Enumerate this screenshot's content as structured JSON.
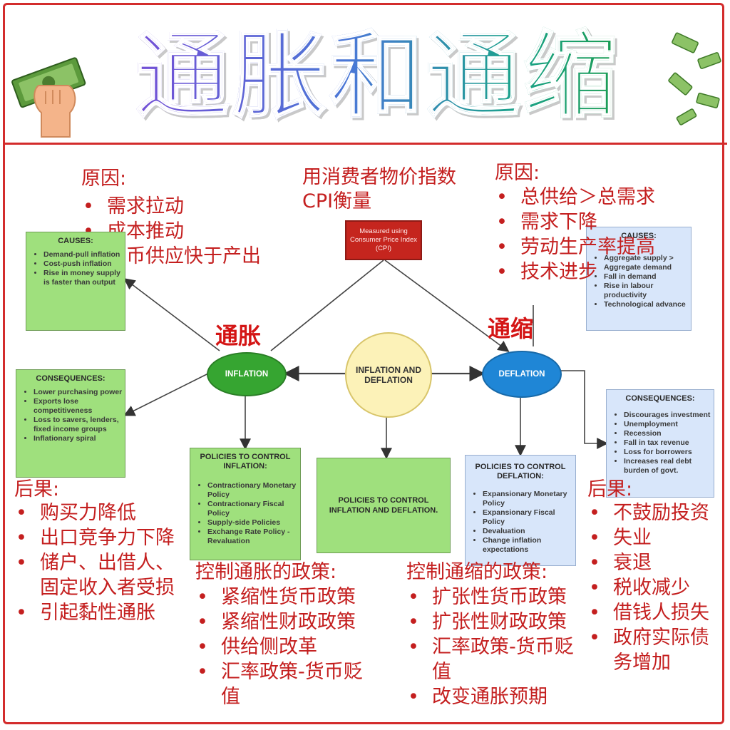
{
  "title": "通胀和通缩",
  "cpi": {
    "cn_line1": "用消费者物价指数",
    "cn_line2": "CPI衡量",
    "box_text": "Measured using Consumer Price Index (CPI)"
  },
  "inflation": {
    "node_label": "INFLATION",
    "cn_label": "通胀",
    "causes_head": "原因:",
    "causes": [
      "需求拉动",
      "成本推动",
      "货币供应快于产出"
    ],
    "causes_box": {
      "title": "CAUSES:",
      "items": [
        "Demand-pull inflation",
        "Cost-push inflation",
        "Rise in money supply is faster than output"
      ]
    },
    "consequences_box": {
      "title": "CONSEQUENCES:",
      "items": [
        "Lower purchasing power",
        "Exports lose competitiveness",
        "Loss to savers, lenders, fixed income groups",
        "Inflationary spiral"
      ]
    },
    "consequences_head": "后果:",
    "consequences": [
      "购买力降低",
      "出口竞争力下降",
      "储户、出借人、固定收入者受损",
      "引起黏性通胀"
    ],
    "policies_box": {
      "title": "POLICIES TO CONTROL INFLATION:",
      "items": [
        "Contractionary Monetary Policy",
        "Contractionary Fiscal Policy",
        "Supply-side Policies",
        "Exchange Rate Policy - Revaluation"
      ]
    },
    "policies_head": "控制通胀的政策:",
    "policies": [
      "紧缩性货币政策",
      "紧缩性财政政策",
      "供给侧改革",
      "汇率政策-货币贬值"
    ]
  },
  "center": {
    "node_label": "INFLATION AND DEFLATION",
    "policies_box_text": "POLICIES TO CONTROL INFLATION AND DEFLATION."
  },
  "deflation": {
    "node_label": "DEFLATION",
    "cn_label": "通缩",
    "causes_head": "原因:",
    "causes": [
      "总供给＞总需求",
      "需求下降",
      "劳动生产率提高",
      "技术进步"
    ],
    "causes_box": {
      "title": "CAUSES:",
      "items": [
        "Aggregate supply > Aggregate demand",
        "Fall in demand",
        "Rise in labour productivity",
        "Technological advance"
      ]
    },
    "consequences_box": {
      "title": "CONSEQUENCES:",
      "items": [
        "Discourages investment",
        "Unemployment",
        "Recession",
        "Fall in tax revenue",
        "Loss for borrowers",
        "Increases real debt burden of govt."
      ]
    },
    "consequences_head": "后果:",
    "consequences": [
      "不鼓励投资",
      "失业",
      "衰退",
      "税收减少",
      "借钱人损失",
      "政府实际债务增加"
    ],
    "policies_box": {
      "title": "POLICIES TO CONTROL DEFLATION:",
      "items": [
        "Expansionary Monetary Policy",
        "Expansionary Fiscal Policy",
        "Devaluation",
        "Change inflation expectations"
      ]
    },
    "policies_head": "控制通缩的政策:",
    "policies": [
      "扩张性货币政策",
      "扩张性财政政策",
      "汇率政策-货币贬值",
      "改变通胀预期"
    ]
  },
  "colors": {
    "accent_red": "#c41f1f",
    "inflation_green": "#36a531",
    "deflation_blue": "#1f86d6",
    "center_yellow": "#fcf2b8",
    "green_box": "#9fe07d",
    "blue_box": "#d8e6fa"
  },
  "icons": [
    "money-hand-icon",
    "flying-money-icon"
  ]
}
